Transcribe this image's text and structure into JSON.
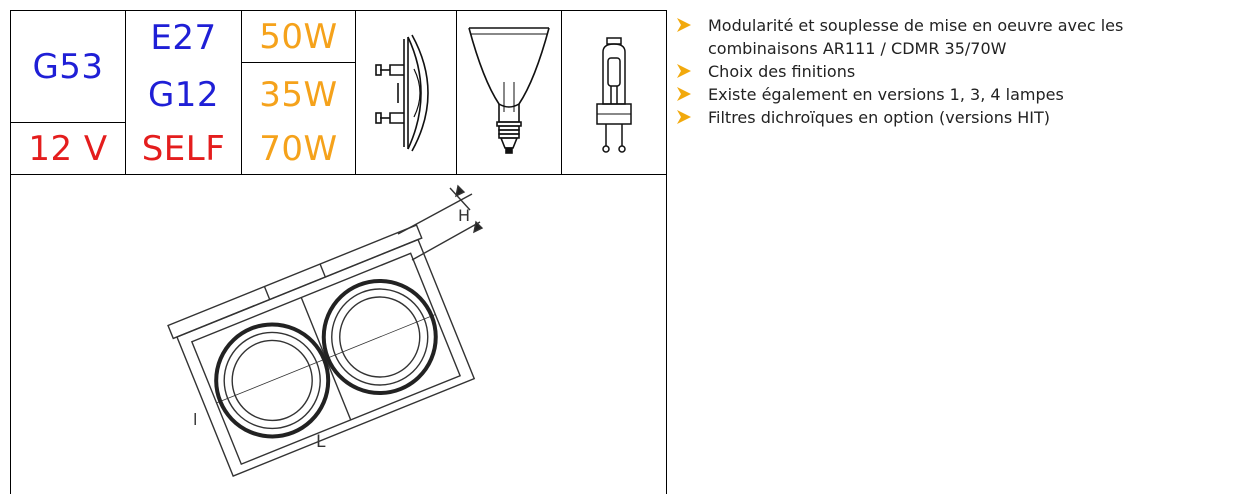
{
  "spec_table": {
    "socket_g53": "G53",
    "socket_e27": "E27",
    "socket_g12": "G12",
    "voltage": "12 V",
    "transformer": "SELF",
    "wattage_50": "50W",
    "wattage_35": "35W",
    "wattage_70": "70W"
  },
  "lamp_icons": [
    "ar111-lamp-icon",
    "cdm-r-lamp-icon",
    "cdm-t-capsule-lamp-icon"
  ],
  "diagram": {
    "label_h": "H",
    "label_l_small": "l",
    "label_l": "L"
  },
  "features": [
    "Modularité et souplesse de mise en oeuvre avec les combinaisons AR111 / CDMR 35/70W",
    "Choix des finitions",
    "Existe également en versions 1, 3, 4 lampes",
    "Filtres dichroïques en option (versions HIT)"
  ],
  "colors": {
    "socket": "#1f1fd6",
    "electrical": "#e41d1d",
    "wattage": "#f5a21b",
    "bullet": "#f2a90c"
  }
}
